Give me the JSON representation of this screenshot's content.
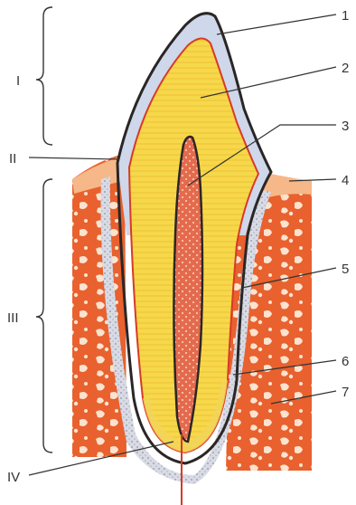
{
  "figure": {
    "numbered_labels": [
      "1",
      "2",
      "3",
      "4",
      "5",
      "6",
      "7"
    ],
    "region_labels": [
      "I",
      "II",
      "III",
      "IV"
    ]
  },
  "colors": {
    "enamel": "#cdd6ea",
    "enamel_dark": "#3a3f66",
    "dentin": "#f6d84a",
    "dentin_line": "#e2a820",
    "pulp": "#e06a52",
    "pulp_dots": "#f7c3a8",
    "cementum": "#f2e79a",
    "ligament": "#c9c8c8",
    "bone": "#e45a2a",
    "bone_light": "#f6b07a",
    "outline": "#2b2626",
    "red_line": "#d83a26",
    "gum": "#f6b888"
  }
}
